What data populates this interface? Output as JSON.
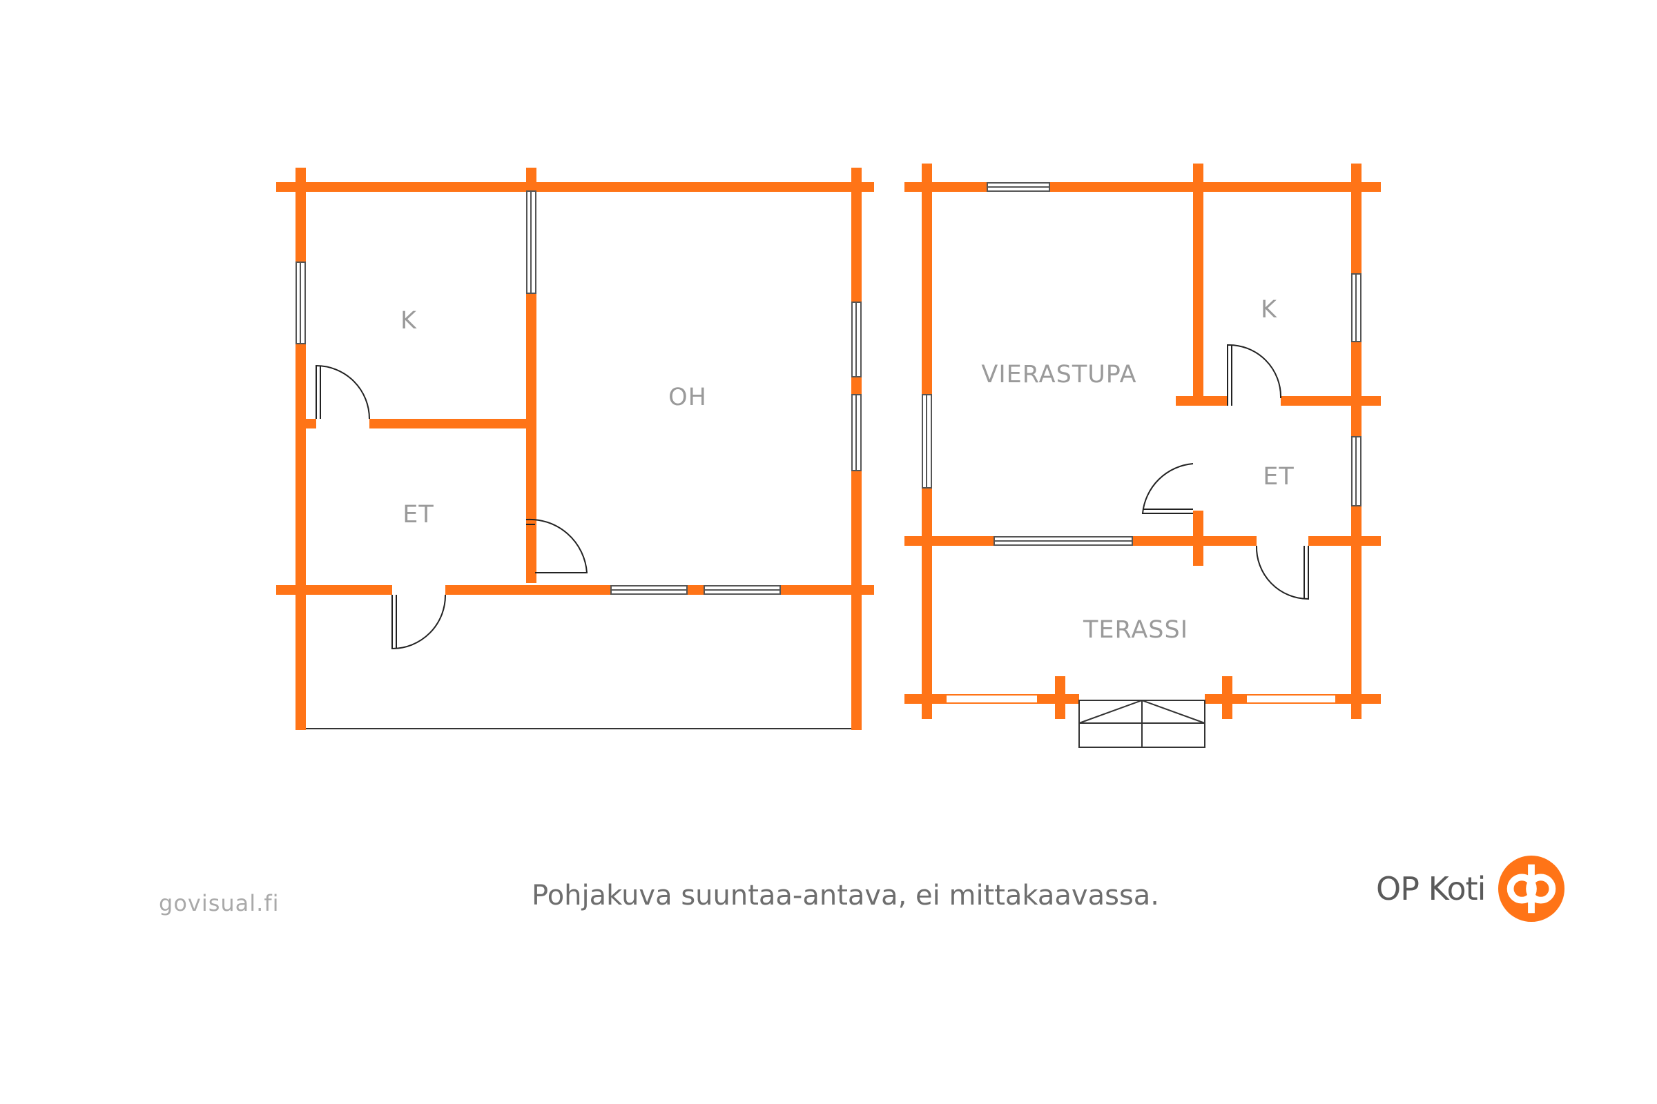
{
  "colors": {
    "wall": "#ff7417",
    "window": "#666666",
    "label": "#9a9a9a",
    "brand": "#ff7417"
  },
  "left_plan": {
    "rooms": {
      "k": "K",
      "oh": "OH",
      "et": "ET"
    }
  },
  "right_plan": {
    "rooms": {
      "vierastupa": "VIERASTUPA",
      "k": "K",
      "et": "ET",
      "terassi": "TERASSI"
    }
  },
  "footer": {
    "credit": "govisual.fi",
    "disclaimer": "Pohjakuva suuntaa-antava, ei mittakaavassa.",
    "brand_name": "OP Koti",
    "brand_icon": "op-logo-icon"
  }
}
